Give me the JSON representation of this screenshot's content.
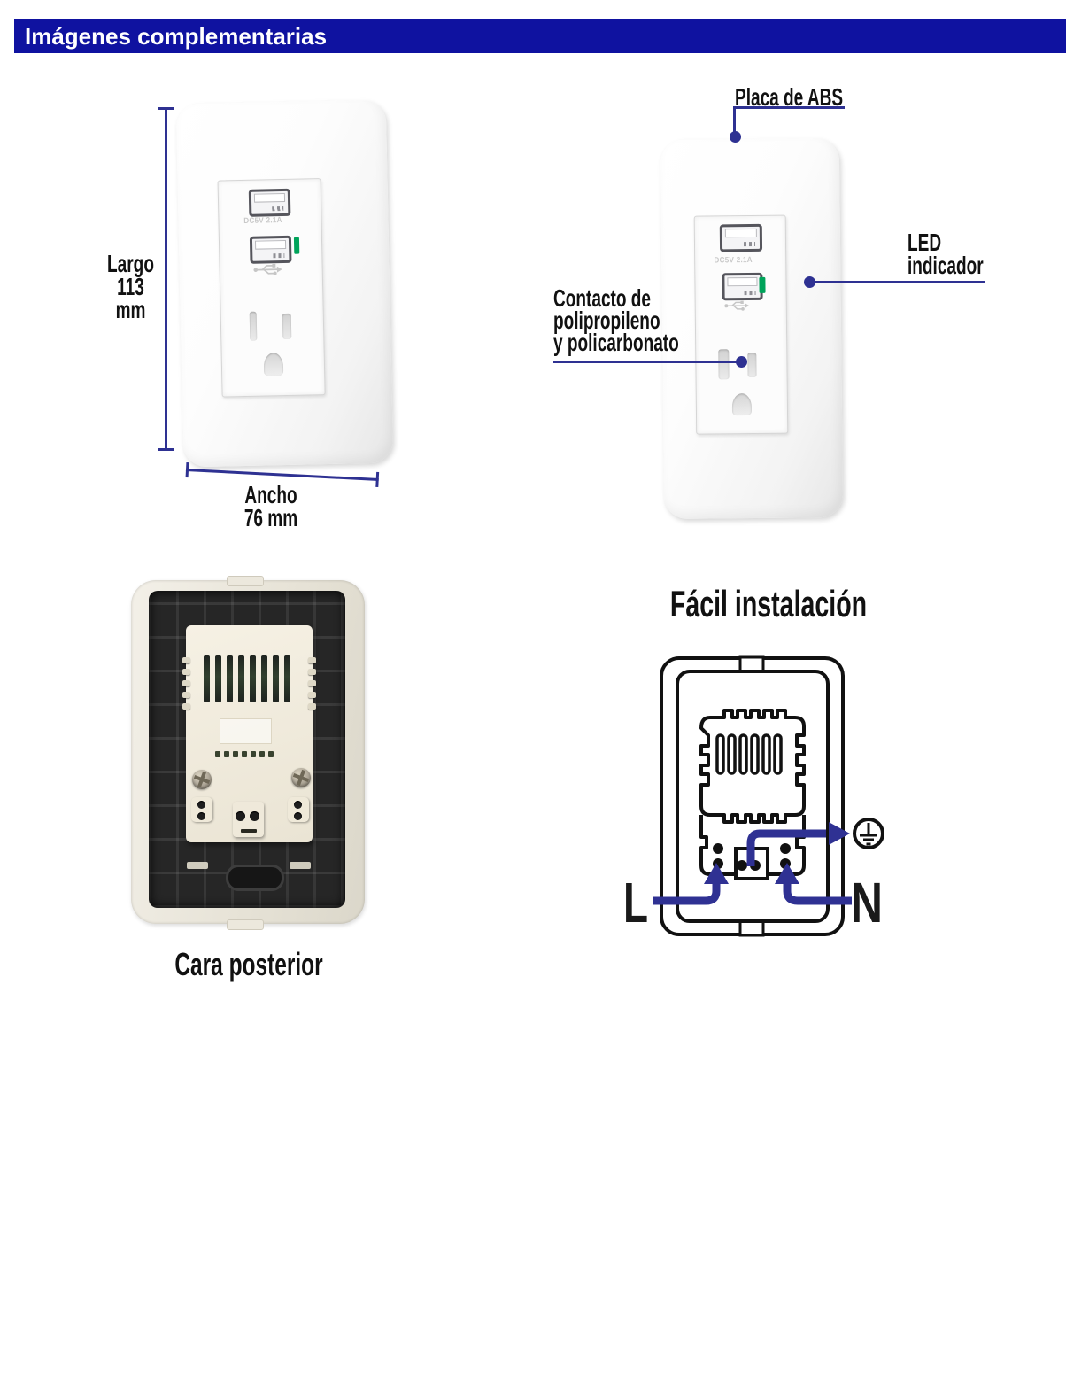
{
  "header": {
    "title": "Imágenes complementarias"
  },
  "colors": {
    "header_blue": "#0f12a0",
    "line_navy": "#2e3192",
    "led_green": "#00a35a"
  },
  "product": {
    "usb_spec": "DC5V 2.1A"
  },
  "dimensions": {
    "largo_label": "Largo",
    "largo_value": "113 mm",
    "ancho_label": "Ancho",
    "ancho_value": "76 mm"
  },
  "callouts": {
    "plate": "Placa de ABS",
    "led_line1": "LED",
    "led_line2": "indicador",
    "contact_line1": "Contacto de",
    "contact_line2": "polipropileno",
    "contact_line3": "y policarbonato"
  },
  "back_view": {
    "caption": "Cara posterior"
  },
  "installation": {
    "title": "Fácil instalación",
    "line_label": "L",
    "neutral_label": "N"
  },
  "icons": {
    "usb": "usb-trident-icon",
    "ground": "earth-ground-icon"
  }
}
